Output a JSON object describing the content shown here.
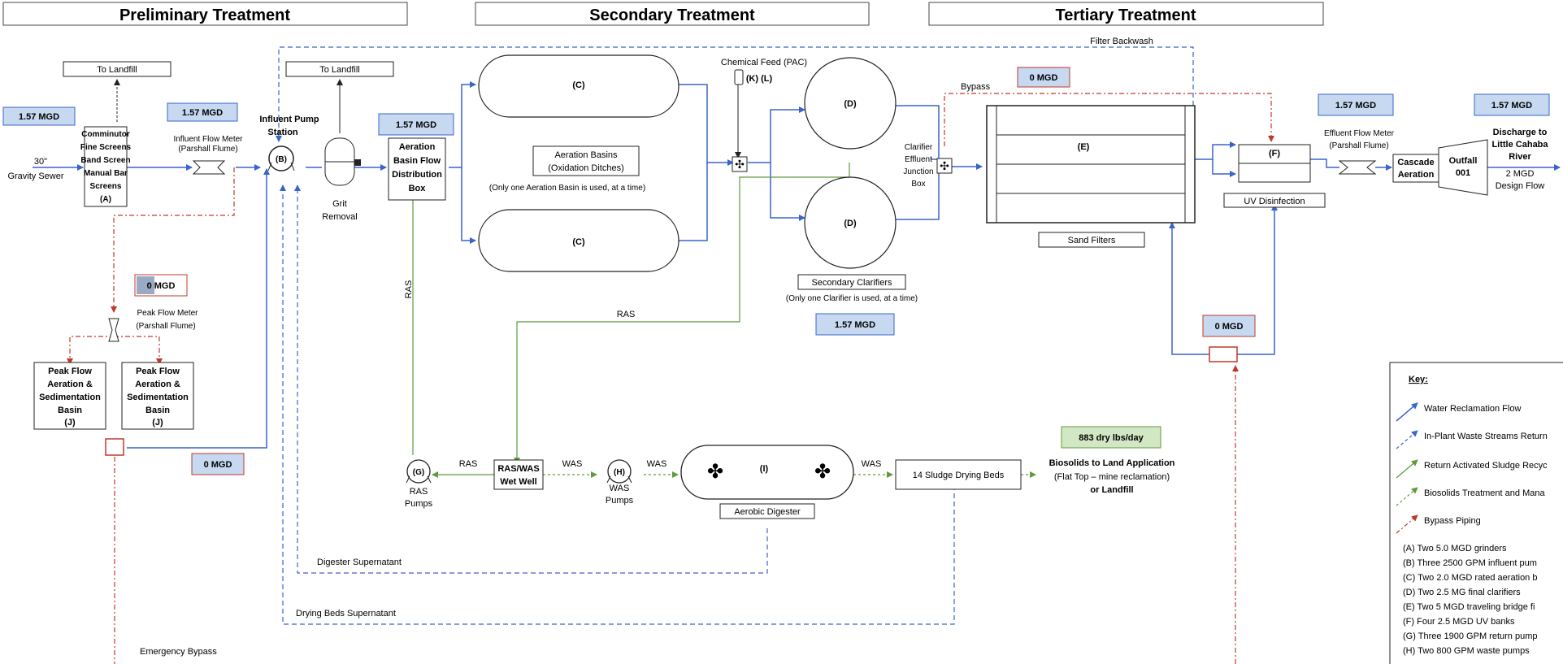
{
  "headers": {
    "preliminary": "Preliminary Treatment",
    "secondary": "Secondary Treatment",
    "tertiary": "Tertiary Treatment"
  },
  "flows": {
    "f1": "1.57 MGD",
    "f2": "1.57 MGD",
    "f3": "1.57 MGD",
    "f4": "0 MGD",
    "f5": "0 MGD",
    "f6": "0 MGD",
    "f7": "1.57 MGD",
    "f8": "1.57 MGD",
    "f9": "1.57 MGD",
    "f10": "0 MGD",
    "biosolids": "883 dry lbs/day"
  },
  "labels": {
    "gravity_sewer_1": "30\"",
    "gravity_sewer_2": "Gravity Sewer",
    "to_landfill_1": "To Landfill",
    "to_landfill_2": "To Landfill",
    "comminutor": [
      "Comminutor",
      "Fine Screens",
      "Band Screen",
      "Manual Bar",
      "Screens",
      "(A)"
    ],
    "influent_flow_meter": [
      "Influent Flow Meter",
      "(Parshall Flume)"
    ],
    "influent_pump_station": [
      "Influent  Pump",
      "Station"
    ],
    "pump_b": "(B)",
    "grit_removal": [
      "Grit",
      "Removal"
    ],
    "aeration_dist": [
      "Aeration",
      "Basin Flow",
      "Distribution",
      "Box"
    ],
    "basin_c1": "(C)",
    "basin_c2": "(C)",
    "aeration_basins": [
      "Aeration Basins",
      "(Oxidation Ditches)"
    ],
    "aeration_note": "(Only one Aeration Basin is used, at a time)",
    "chemical_feed": "Chemical  Feed  (PAC)",
    "kl": "(K) (L)",
    "clarifier_d1": "(D)",
    "clarifier_d2": "(D)",
    "secondary_clarifiers": "Secondary Clarifiers",
    "clarifier_note": "(Only one Clarifier is used, at a time)",
    "clarifier_junction": [
      "Clarifier",
      "Effluent",
      "Junction",
      "Box"
    ],
    "filter_backwash": "Filter Backwash",
    "bypass": "Bypass",
    "filter_e": "(E)",
    "sand_filters": "Sand Filters",
    "uv_f": "(F)",
    "uv_disinfection": "UV Disinfection",
    "effluent_flow_meter": [
      "Effluent Flow Meter",
      "(Parshall Flume)"
    ],
    "cascade": [
      "Cascade",
      "Aeration"
    ],
    "outfall": [
      "Outfall",
      "001"
    ],
    "discharge": [
      "Discharge to",
      "Little Cahaba",
      "River"
    ],
    "design_flow": [
      "2 MGD",
      "Design Flow"
    ],
    "peak_flow_meter": [
      "Peak Flow Meter",
      "(Parshall Flume)"
    ],
    "peak_basin_1": [
      "Peak Flow",
      "Aeration &",
      "Sedimentation",
      "Basin",
      "(J)"
    ],
    "peak_basin_2": [
      "Peak Flow",
      "Aeration &",
      "Sedimentation",
      "Basin",
      "(J)"
    ],
    "ras_vertical": "RAS",
    "ras_mid": "RAS",
    "ras_pumps": [
      "(G)",
      "RAS",
      "Pumps"
    ],
    "ras_arrow": "RAS",
    "wet_well": [
      "RAS/WAS",
      "Wet Well"
    ],
    "was_1": "WAS",
    "was_2": "WAS",
    "was_3": "WAS",
    "was_pumps": [
      "(H)",
      "WAS",
      "Pumps"
    ],
    "digester_i": "(I)",
    "aerobic_digester": "Aerobic Digester",
    "drying_beds": "14 Sludge Drying Beds",
    "biosolids_land": [
      "Biosolids to Land  Application",
      "(Flat Top – mine reclamation)",
      "or Landfill"
    ],
    "digester_supernatant": "Digester Supernatant",
    "drying_supernatant": "Drying Beds Supernatant",
    "emergency_bypass": "Emergency Bypass"
  },
  "key": {
    "title": "Key:",
    "items": [
      "Water Reclamation Flow",
      "In-Plant Waste Streams Return",
      "Return Activated Sludge Recyc",
      "Biosolids Treatment and Mana",
      "Bypass Piping"
    ],
    "notes": [
      "(A)  Two 5.0 MGD grinders",
      "(B)   Three 2500 GPM influent pum",
      "(C)   Two 2.0 MGD  rated aeration b",
      "(D)   Two 2.5 MG final clarifiers",
      "(E)    Two 5 MGD traveling bridge fi",
      "(F)    Four 2.5 MGD UV banks",
      "(G)   Three 1900 GPM return pump",
      "(H)   Two 800 GPM waste pumps"
    ]
  },
  "colors": {
    "water": "#3a64c8",
    "ras": "#5f9a3c",
    "bypass": "#c0392b",
    "flow_fill": "#c6d9f1",
    "flow_fill_red": "#ffffff",
    "biosolids_fill": "#d2e8c4"
  }
}
